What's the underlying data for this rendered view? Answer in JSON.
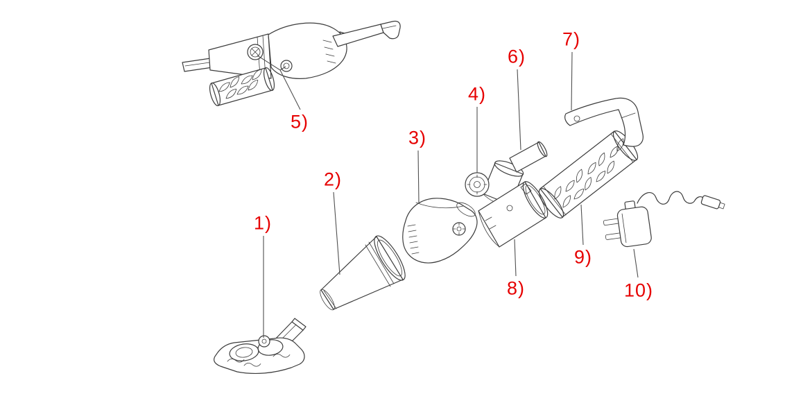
{
  "figure": {
    "type": "exploded-parts-diagram",
    "subject": "handheld-vacuum-cleaner",
    "background": "#ffffff",
    "label_color": "#e60000",
    "line_color": "#3b3b3b"
  },
  "parts": [
    {
      "num": "1)",
      "part": "floor-brush-head"
    },
    {
      "num": "2)",
      "part": "cone-nozzle"
    },
    {
      "num": "3)",
      "part": "motor-body"
    },
    {
      "num": "4)",
      "part": "dial-cap"
    },
    {
      "num": "5)",
      "part": "assembled-unit-gauges"
    },
    {
      "num": "6)",
      "part": "suction-tube"
    },
    {
      "num": "7)",
      "part": "handle"
    },
    {
      "num": "8)",
      "part": "dust-canister"
    },
    {
      "num": "9)",
      "part": "filter-sleeve"
    },
    {
      "num": "10)",
      "part": "power-adapter"
    }
  ]
}
